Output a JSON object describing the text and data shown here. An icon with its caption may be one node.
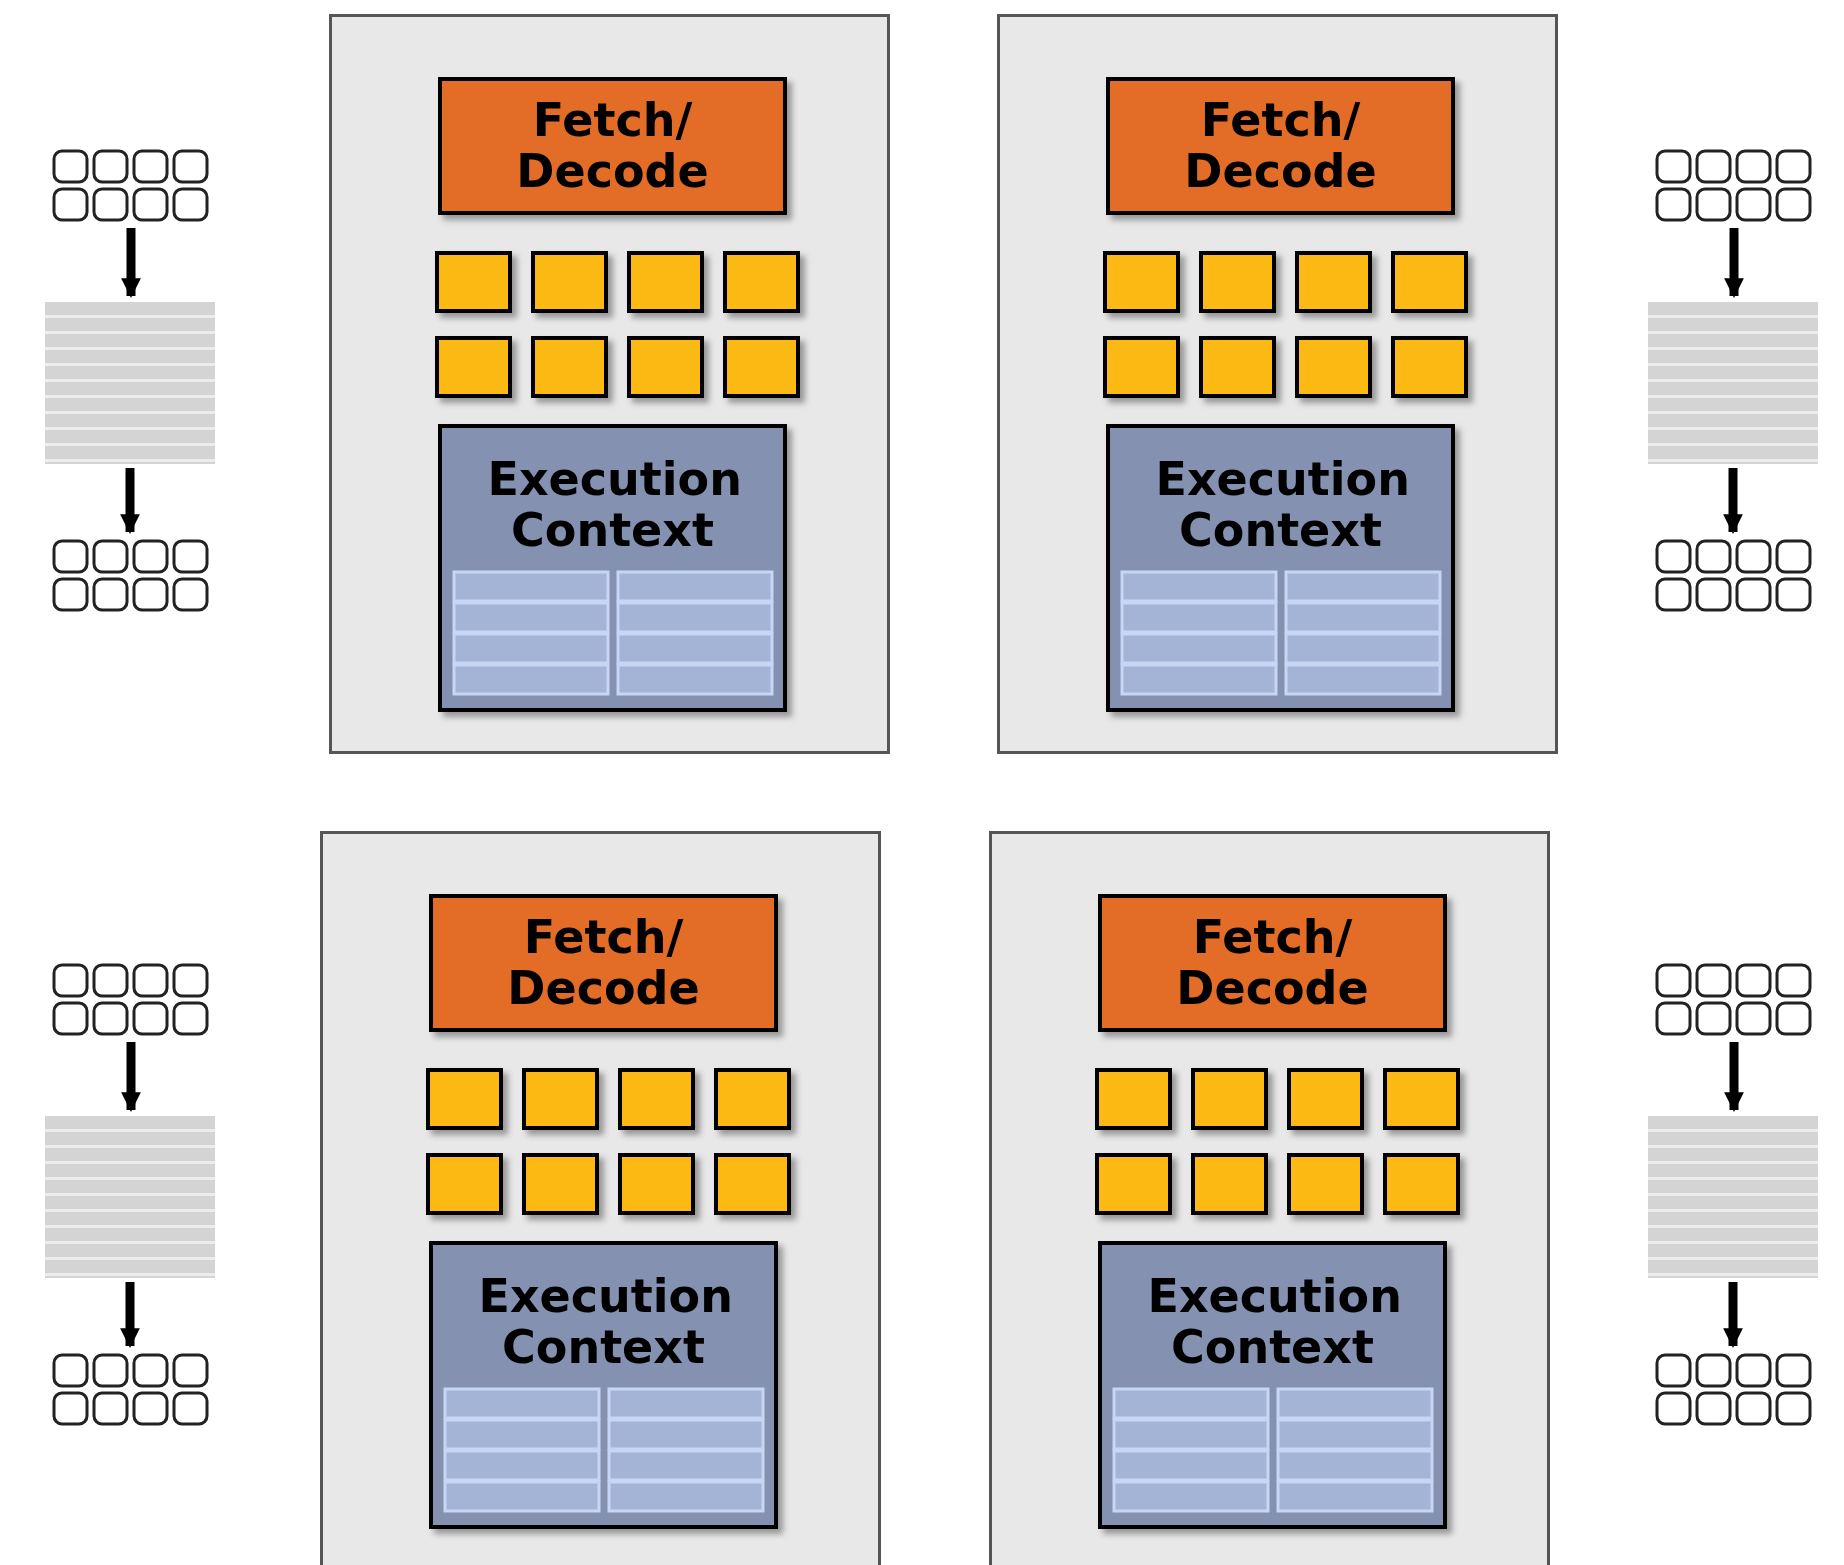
{
  "diagram": {
    "nodes": [
      {
        "text": [],
        "shape": "picture"
      },
      {
        "text": [],
        "shape": "box"
      },
      {
        "text": [],
        "shape": "picture"
      },
      {
        "text": [],
        "shape": "box"
      },
      {
        "text": [
          "Fetch/ Decode"
        ],
        "in": 3
      },
      {
        "text": [],
        "shape": "box",
        "in": 3
      },
      {
        "text": [],
        "shape": "box",
        "in": 3
      },
      {
        "text": [],
        "shape": "box",
        "in": 3
      },
      {
        "text": [],
        "shape": "box",
        "in": 3
      },
      {
        "text": [],
        "shape": "box",
        "in": 3
      },
      {
        "text": [],
        "shape": "box",
        "in": 3
      },
      {
        "text": [],
        "shape": "box",
        "in": 3
      },
      {
        "text": [],
        "shape": "box",
        "in": 3
      },
      {
        "text": [
          "Execution Context"
        ],
        "in": 3
      },
      {
        "text": [],
        "shape": "box"
      },
      {
        "text": [
          "Fetch/ Decode"
        ],
        "in": 14
      },
      {
        "text": [],
        "shape": "box",
        "in": 14
      },
      {
        "text": [],
        "shape": "box",
        "in": 14
      },
      {
        "text": [],
        "shape": "box",
        "in": 14
      },
      {
        "text": [],
        "shape": "box",
        "in": 14
      },
      {
        "text": [],
        "shape": "box",
        "in": 14
      },
      {
        "text": [],
        "shape": "box",
        "in": 14
      },
      {
        "text": [],
        "shape": "box",
        "in": 14
      },
      {
        "text": [],
        "shape": "box",
        "in": 14
      },
      {
        "text": [
          "Execution Context"
        ],
        "in": 14
      },
      {
        "text": [],
        "shape": "picture"
      },
      {
        "text": [],
        "shape": "box"
      },
      {
        "text": [],
        "shape": "picture"
      },
      {
        "text": [],
        "shape": "picture"
      },
      {
        "text": [],
        "shape": "box"
      },
      {
        "text": [],
        "shape": "picture"
      },
      {
        "text": [],
        "shape": "box"
      },
      {
        "text": [
          "Fetch/ Decode"
        ],
        "in": 31
      },
      {
        "text": [],
        "shape": "box",
        "in": 31
      },
      {
        "text": [],
        "shape": "box",
        "in": 31
      },
      {
        "text": [],
        "shape": "box",
        "in": 31
      },
      {
        "text": [],
        "shape": "box",
        "in": 31
      },
      {
        "text": [],
        "shape": "box",
        "in": 31
      },
      {
        "text": [],
        "shape": "box",
        "in": 31
      },
      {
        "text": [],
        "shape": "box",
        "in": 31
      },
      {
        "text": [],
        "shape": "box",
        "in": 31
      },
      {
        "text": [
          "Execution Context"
        ],
        "in": 31
      },
      {
        "text": [],
        "shape": "box"
      },
      {
        "text": [
          "Fetch/ Decode"
        ],
        "in": 42
      },
      {
        "text": [],
        "shape": "box",
        "in": 42
      },
      {
        "text": [],
        "shape": "box",
        "in": 42
      },
      {
        "text": [],
        "shape": "box",
        "in": 42
      },
      {
        "text": [],
        "shape": "box",
        "in": 42
      },
      {
        "text": [],
        "shape": "box",
        "in": 42
      },
      {
        "text": [],
        "shape": "box",
        "in": 42
      },
      {
        "text": [],
        "shape": "box",
        "in": 42
      },
      {
        "text": [],
        "shape": "box",
        "in": 42
      },
      {
        "text": [
          "Execution Context"
        ],
        "in": 42
      },
      {
        "text": [],
        "shape": "picture"
      },
      {
        "text": [],
        "shape": "box"
      },
      {
        "text": [],
        "shape": "picture"
      }
    ],
    "edges": [
      {
        "from": 0,
        "to": 1,
        "arrow": "to"
      },
      {
        "from": 1,
        "to": 2,
        "arrow": "to"
      },
      {
        "from": 25,
        "to": 26,
        "arrow": "to"
      },
      {
        "from": 26,
        "to": 27,
        "arrow": "to"
      },
      {
        "from": 28,
        "to": 29,
        "arrow": "to"
      },
      {
        "from": 29,
        "to": 30,
        "arrow": "to"
      },
      {
        "from": 53,
        "to": 54,
        "arrow": "to"
      },
      {
        "from": 54,
        "to": 55,
        "arrow": "to"
      }
    ]
  }
}
